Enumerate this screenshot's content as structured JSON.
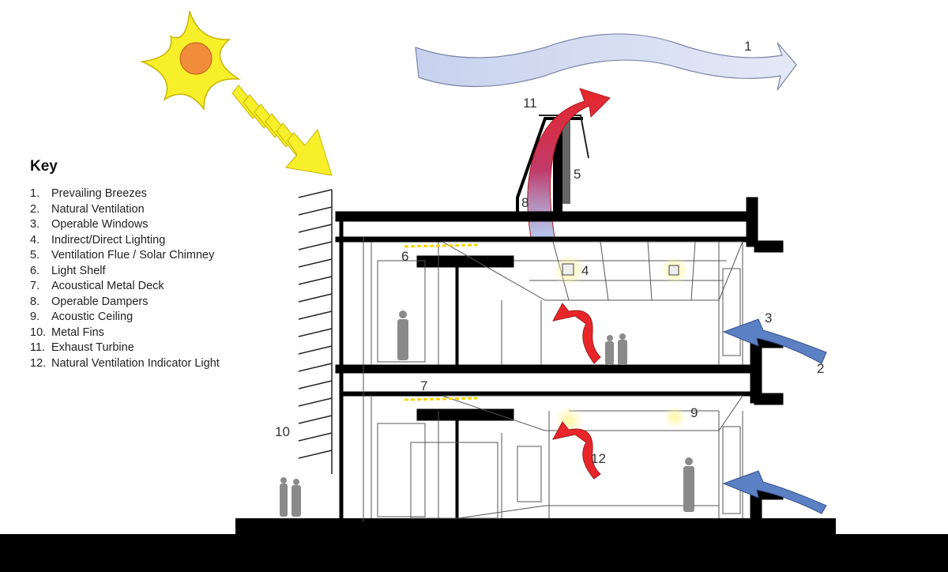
{
  "key": {
    "title": "Key",
    "items": [
      {
        "num": "1.",
        "label": "Prevailing Breezes"
      },
      {
        "num": "2.",
        "label": "Natural Ventilation"
      },
      {
        "num": "3.",
        "label": "Operable Windows"
      },
      {
        "num": "4.",
        "label": "Indirect/Direct Lighting"
      },
      {
        "num": "5.",
        "label": "Ventilation Flue / Solar Chimney"
      },
      {
        "num": "6.",
        "label": "Light Shelf"
      },
      {
        "num": "7.",
        "label": "Acoustical Metal Deck"
      },
      {
        "num": "8.",
        "label": "Operable Dampers"
      },
      {
        "num": "9.",
        "label": "Acoustic Ceiling"
      },
      {
        "num": "10.",
        "label": "Metal Fins"
      },
      {
        "num": "11.",
        "label": "Exhaust Turbine"
      },
      {
        "num": "12.",
        "label": "Natural Ventilation Indicator Light"
      }
    ]
  },
  "callouts": {
    "c1": "1",
    "c2": "2",
    "c3": "3",
    "c4": "4",
    "c5": "5",
    "c6": "6",
    "c7": "7",
    "c8": "8",
    "c9": "9",
    "c10": "10",
    "c11": "11",
    "c12": "12"
  },
  "colors": {
    "sun_rays": "#f7ef2a",
    "sun_core": "#f08c3a",
    "breeze": "#d6ddf0",
    "exhaust": "#e8262a",
    "intake": "#5c80c4",
    "structure": "#000000"
  },
  "icons": [
    "sun-icon",
    "sunlight-arrow-icon",
    "breeze-arrow-icon",
    "exhaust-arrow-icon",
    "intake-arrow-icon",
    "person-icon",
    "pendant-light-icon"
  ]
}
